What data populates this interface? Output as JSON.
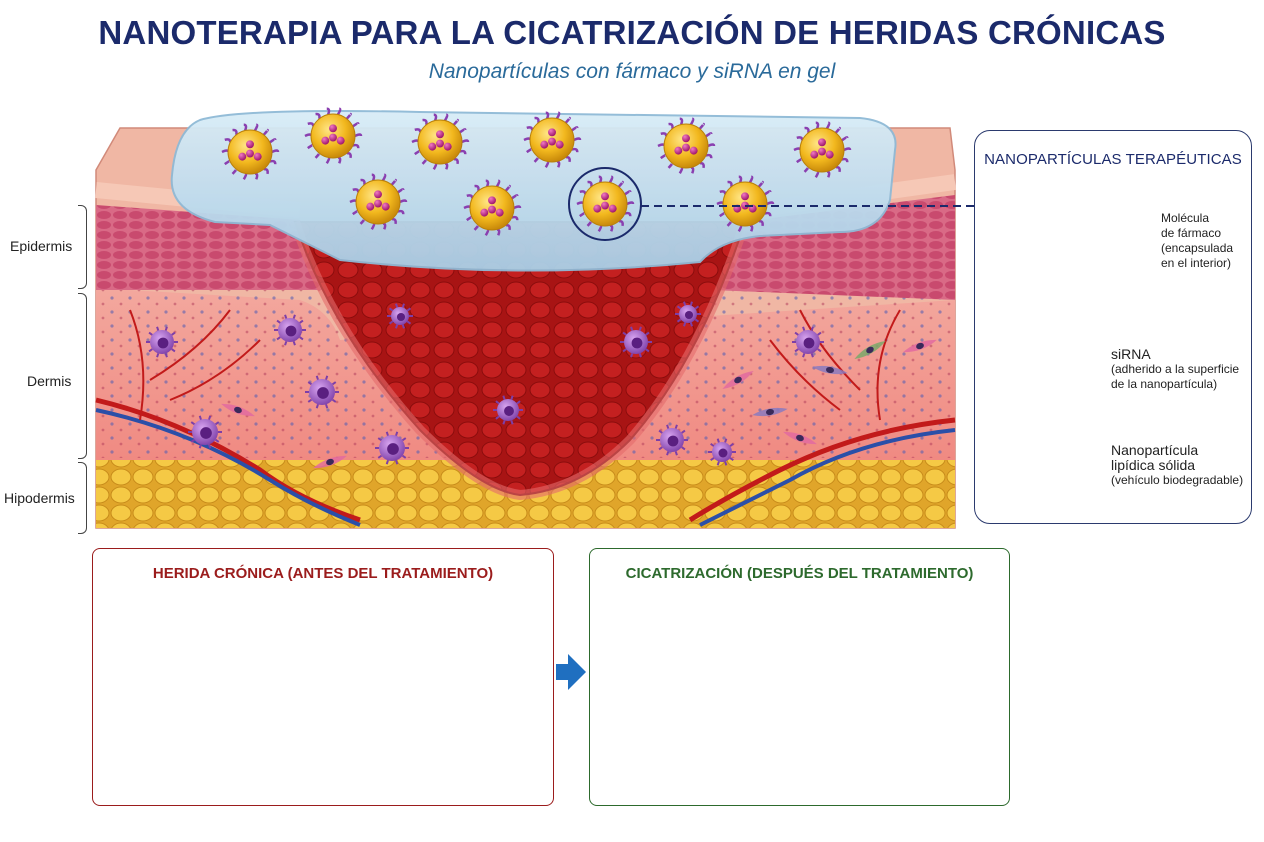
{
  "header": {
    "title": "NANOTERAPIA PARA LA CICATRIZACIÓN DE HERIDAS CRÓNICAS",
    "subtitle": "Nanopartículas con fármaco y siRNA en gel"
  },
  "layers": {
    "epidermis": "Epidermis",
    "dermis": "Dermis",
    "hypodermis": "Hipodermis"
  },
  "legend": {
    "title": "NANOPARTÍCULAS TERAPÉUTICAS",
    "drug": [
      "Molécula",
      "de fármaco",
      "(encapsulada",
      "en el interior)"
    ],
    "sirna_title": "siRNA",
    "sirna_desc": [
      "(adherido a la superficie",
      "de la nanopartícula)"
    ],
    "nano_title": [
      "Nanopartícula",
      "lipídica sólida"
    ],
    "nano_desc": "(vehículo biodegradable)"
  },
  "panels": {
    "before_title": "HERIDA CRÓNICA (ANTES DEL TRATAMIENTO)",
    "after_title": "CICATRIZACIÓN (DESPUÉS DEL TRATAMIENTO)"
  },
  "colors": {
    "title": "#1b2a6b",
    "subtitle": "#2a6a9a",
    "before_accent": "#9b1c1c",
    "after_accent": "#2d6a2d",
    "arrow": "#1f6fc0",
    "nanoparticle": "#f2b81e",
    "sirna": "#8a3fb0"
  }
}
